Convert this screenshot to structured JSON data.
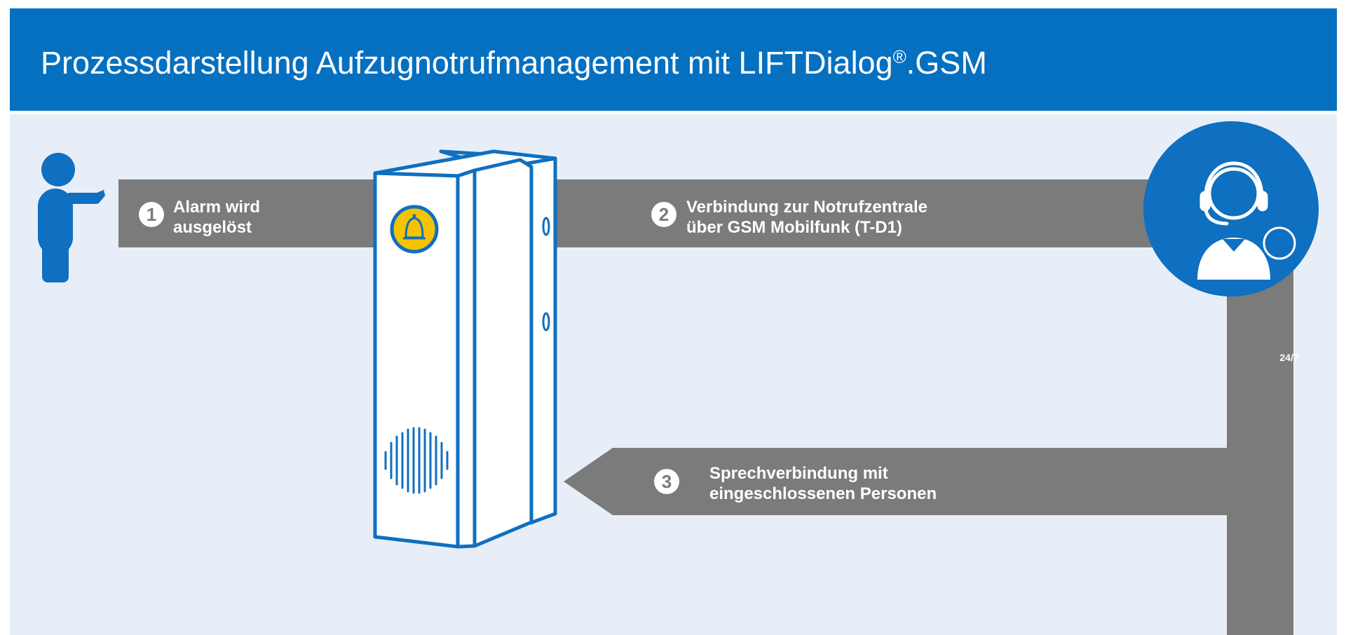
{
  "title": {
    "main": "Prozessdarstellung Aufzugnotrufmanagement mit LIFTDialog",
    "registered_mark": "®",
    "suffix": ".GSM"
  },
  "steps": [
    {
      "number": "1",
      "line1": "Alarm wird",
      "line2": "ausgelöst"
    },
    {
      "number": "2",
      "line1": "Verbindung zur Notrufzentrale",
      "line2": "über GSM Mobilfunk (T-D1)"
    },
    {
      "number": "3",
      "line1": "Sprechverbindung mit",
      "line2": "eingeschlossenen Personen"
    }
  ],
  "service_center": {
    "badge": "24/7"
  },
  "icons": [
    "person-icon",
    "emergency-call-device-icon",
    "bell-icon",
    "speaker-grille-icon",
    "call-center-agent-icon",
    "headset-icon"
  ],
  "colors": {
    "header": "#0570c0",
    "background": "#e7eef8",
    "flow_band": "#7b7b7b",
    "icon_blue": "#0f6fc0",
    "bell_button": "#f5c400",
    "device_body": "#ffffff"
  }
}
